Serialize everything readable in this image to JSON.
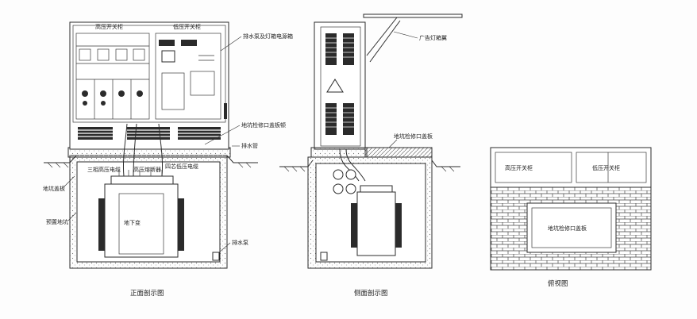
{
  "labels": {
    "hv_cabinet_front": "高压开关柜",
    "lv_cabinet_front": "低压开关柜",
    "pump_light_power": "排水泵及灯箱电源箱",
    "pit_cover_front": "地坑检修口盖板顿",
    "drain_pipe": "排水管",
    "hv_cable_3core": "三相高压电缆",
    "hv_fuse": "高压熔断器",
    "lv_cable_4core": "四芯低压电缆",
    "pit_cover_plate": "地坑盖板",
    "embedded_pit": "预置地坑",
    "underground_transformer": "地下变",
    "drain_pump": "排水泵",
    "ad_light_box": "广告灯箱翼",
    "pit_cover_side": "地坑检修口盖板",
    "hv_cabinet_top": "高压开关柜",
    "lv_cabinet_top": "低压开关柜",
    "pit_cover_top": "地坑检修口盖板"
  },
  "captions": {
    "front": "正面剖示图",
    "side": "侧面剖示图",
    "top": "俯视图"
  }
}
